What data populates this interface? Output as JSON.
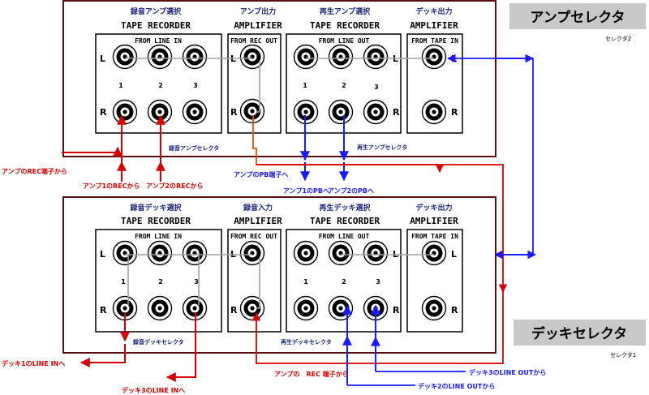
{
  "top": {
    "title": "アンプセレクタ",
    "subtitle": "セレクタ2",
    "sections": [
      {
        "jp": "録音アンプ選択",
        "en": "TAPE RECORDER",
        "sub": "FROM LINE IN"
      },
      {
        "jp": "アンプ出力",
        "en": "AMPLIFIER",
        "sub": "FROM REC OUT"
      },
      {
        "jp": "再生アンプ選択",
        "en": "TAPE RECORDER",
        "sub": "FROM LINE OUT"
      },
      {
        "jp": "デッキ出力",
        "en": "AMPLIFIER",
        "sub": "FROM TAPE IN"
      }
    ],
    "mid_labels": [
      "録音アンプセレクタ",
      "再生アンプセレクタ"
    ],
    "nums": [
      "1",
      "2",
      "3",
      "1",
      "2",
      "3"
    ],
    "callouts": [
      "アンプのREC端子から",
      "アンプ1のRECから",
      "アンプ2のRECから",
      "アンプのPB端子へ",
      "アンプ1のPBへ",
      "アンプ2のPBへ"
    ]
  },
  "bottom": {
    "title": "デッキセレクタ",
    "subtitle": "セレクタ1",
    "sections": [
      {
        "jp": "録音デッキ選択",
        "en": "TAPE RECORDER",
        "sub": "FROM LINE IN"
      },
      {
        "jp": "録音入力",
        "en": "AMPLIFIER",
        "sub": "FROM REC OUT"
      },
      {
        "jp": "再生デッキ選択",
        "en": "TAPE RECORDER",
        "sub": "FROM LINE OUT"
      },
      {
        "jp": "デッキ出力",
        "en": "AMPLIFIER",
        "sub": "FROM TAPE IN"
      }
    ],
    "mid_labels": [
      "録音デッキセレクタ",
      "再生デッキセレクタ"
    ],
    "nums": [
      "1",
      "2",
      "3",
      "1",
      "2",
      "3"
    ],
    "callouts": [
      "デッキ1のLINE INへ",
      "デッキ3のLINE INへ",
      "アンプの　REC 端子から",
      "デッキ3のLINE OUTから",
      "デッキ2のLINE OUTから"
    ]
  },
  "channel_labels": {
    "left": "L",
    "right": "R"
  },
  "colors": {
    "red": "#d50000",
    "blue": "#1a1aff",
    "orange": "#e65100",
    "gray": "#a0a0a0",
    "frame": "#5d0f0f",
    "title_bg": "#c8c8c8"
  }
}
